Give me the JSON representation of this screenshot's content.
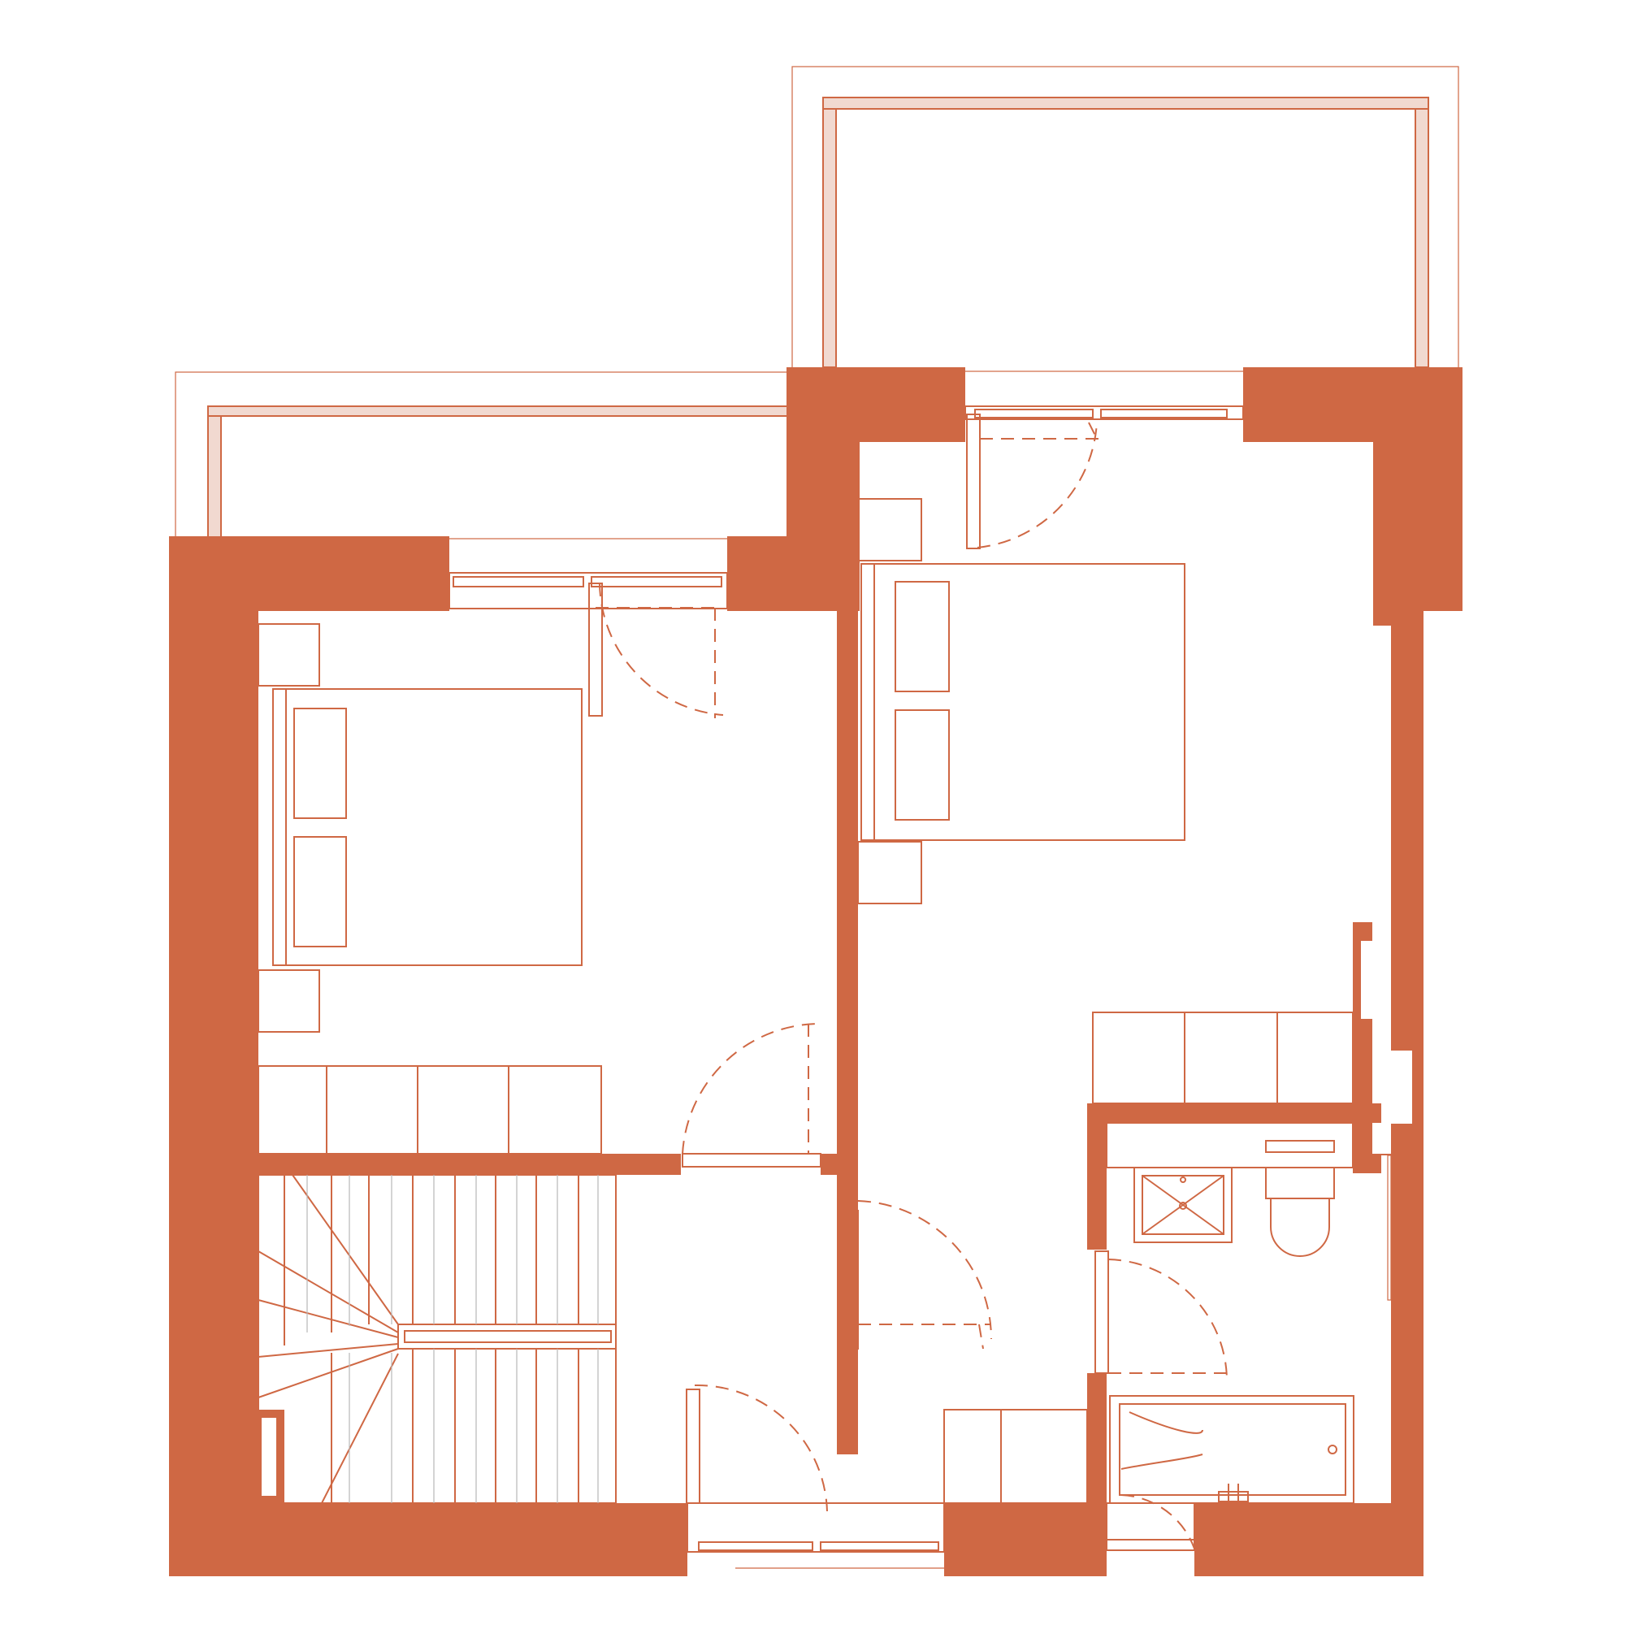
{
  "colors": {
    "wall": "#cf6844",
    "line": "#cf6844",
    "glass": "#f1d9d0",
    "fine": "#b8b8b8",
    "background": "#ffffff"
  },
  "plan": {
    "type": "floor-plan",
    "rooms": [
      "bedroom-left",
      "bedroom-right",
      "stair",
      "landing",
      "bathroom"
    ],
    "text_labels": []
  }
}
